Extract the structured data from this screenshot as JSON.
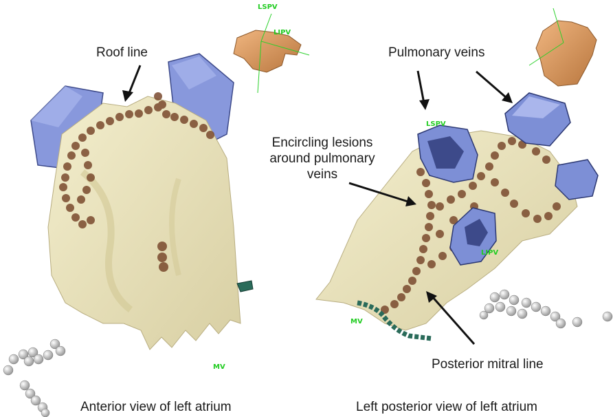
{
  "captions": {
    "left": "Anterior view of left atrium",
    "right": "Left posterior view of left atrium"
  },
  "annotations": {
    "roof_line": "Roof line",
    "pulmonary_veins": "Pulmonary veins",
    "encircling_line1": "Encircling lesions",
    "encircling_line2": "around pulmonary",
    "encircling_line3": "veins",
    "posterior_mitral": "Posterior mitral line"
  },
  "tags": {
    "left_top": "LSPV",
    "left_torso": "LIPV",
    "left_mv": "MV",
    "right_lspv": "LSPV",
    "right_lipv": "LIPV",
    "right_mv": "MV"
  },
  "colors": {
    "atrium": "#ece6c0",
    "vein": "#7d8fd6",
    "lesion": "#7a4a2e",
    "torso": "#d99a5c",
    "catheter": "#2a6b5a",
    "tag": "#22cc22"
  }
}
